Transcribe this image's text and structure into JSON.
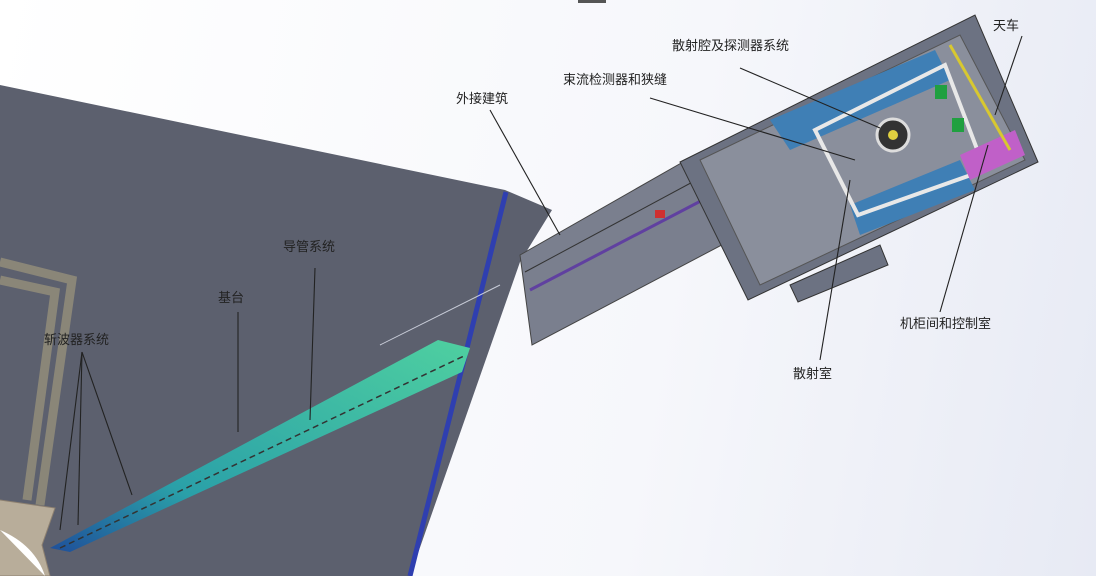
{
  "labels": {
    "crane": "天车",
    "scattering_chamber_detector": "散射腔及探测器系统",
    "beam_monitor_slit": "束流检测器和狭缝",
    "external_building": "外接建筑",
    "guide_system": "导管系统",
    "base": "基台",
    "chopper_system": "斩波器系统",
    "cabinet_control_room": "机柜间和控制室",
    "scattering_room": "散射室"
  },
  "colors": {
    "hall": "#5c606e",
    "guide_start": "#1f6fa8",
    "guide_end": "#3fc7a8",
    "blue_line": "#2f3fb0",
    "building": "#6a7080",
    "room_blue": "#3f7fb5",
    "control_purple": "#c060c8"
  }
}
